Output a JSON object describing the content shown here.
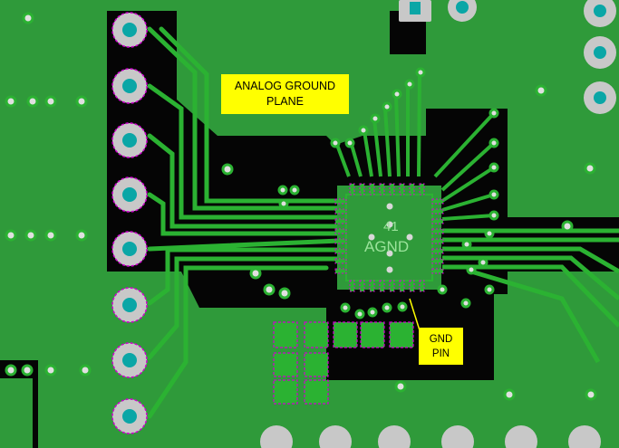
{
  "annotations": {
    "analog_ground_plane": [
      "ANALOG GROUND",
      "PLANE"
    ],
    "gnd_pin": [
      "GND",
      "PIN"
    ]
  },
  "silkscreen": {
    "pad_number": "41",
    "pad_label": "AGND"
  },
  "colors": {
    "board": "#2f9a3a",
    "copper_plane": "#1f8a2b",
    "trace": "#2bb232",
    "void": "#050505",
    "pad": "#c8c8c8",
    "pad_hole": "#0aa6a6",
    "keepout": "#d000d0",
    "callout": "#ffff00"
  }
}
